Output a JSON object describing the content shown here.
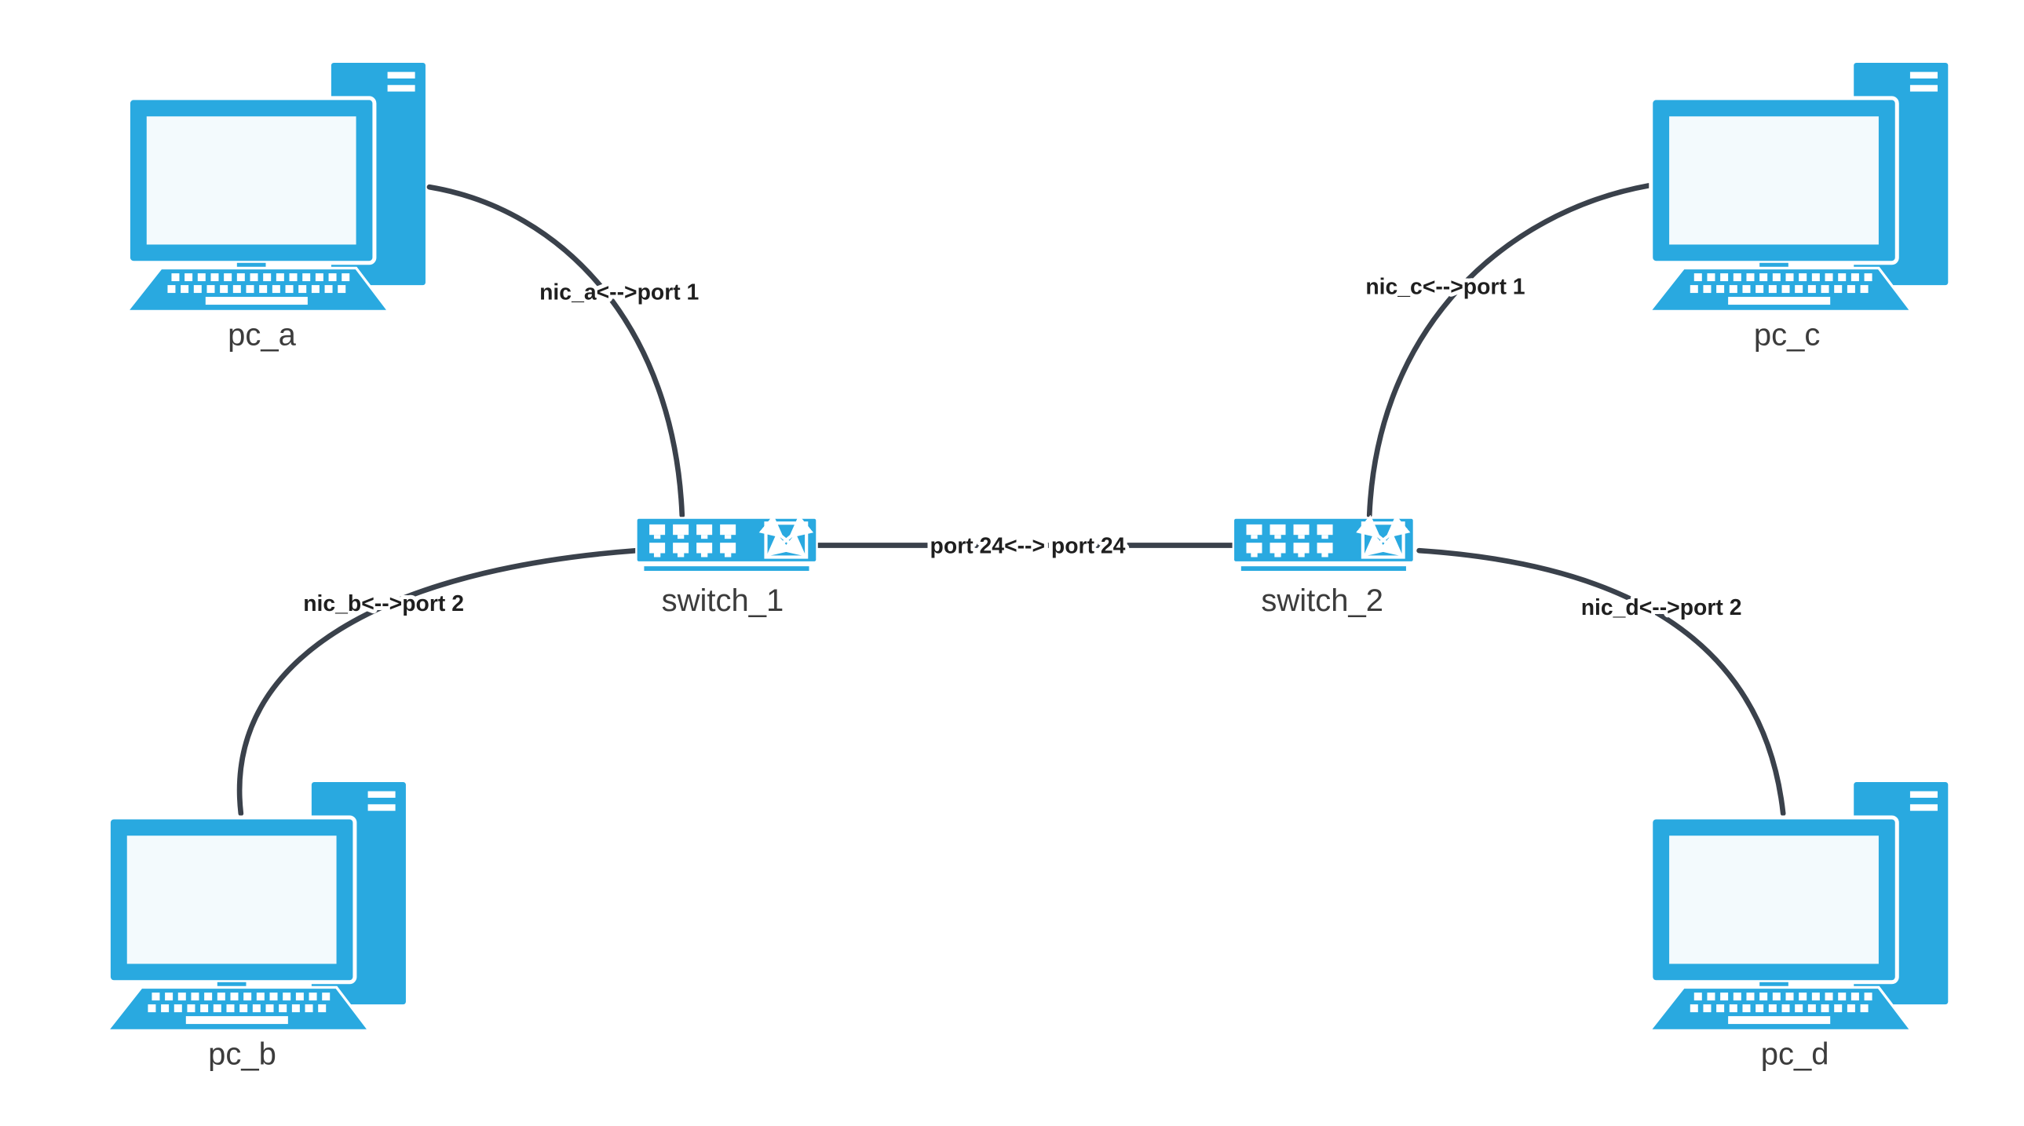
{
  "diagram": {
    "title": "lan-topology-diagram",
    "colors": {
      "device_blue": "#29a9e0",
      "screen_fill": "#f3fafd",
      "wire_dark": "#3a414b",
      "background": "#ffffff",
      "label_text": "#1f1f1f"
    },
    "nodes": [
      {
        "id": "pc_a",
        "type": "pc",
        "label": "pc_a"
      },
      {
        "id": "pc_b",
        "type": "pc",
        "label": "pc_b"
      },
      {
        "id": "pc_c",
        "type": "pc",
        "label": "pc_c"
      },
      {
        "id": "pc_d",
        "type": "pc",
        "label": "pc_d"
      },
      {
        "id": "switch_1",
        "type": "switch",
        "label": "switch_1"
      },
      {
        "id": "switch_2",
        "type": "switch",
        "label": "switch_2"
      }
    ],
    "links": [
      {
        "from": "pc_a",
        "to": "switch_1",
        "label": "nic_a<-->port 1"
      },
      {
        "from": "pc_b",
        "to": "switch_1",
        "label": "nic_b<-->port 2"
      },
      {
        "from": "switch_1",
        "to": "switch_2",
        "label": "port 24<--> port 24"
      },
      {
        "from": "pc_c",
        "to": "switch_2",
        "label": "nic_c<-->port 1"
      },
      {
        "from": "pc_d",
        "to": "switch_2",
        "label": "nic_d<-->port 2"
      }
    ]
  }
}
